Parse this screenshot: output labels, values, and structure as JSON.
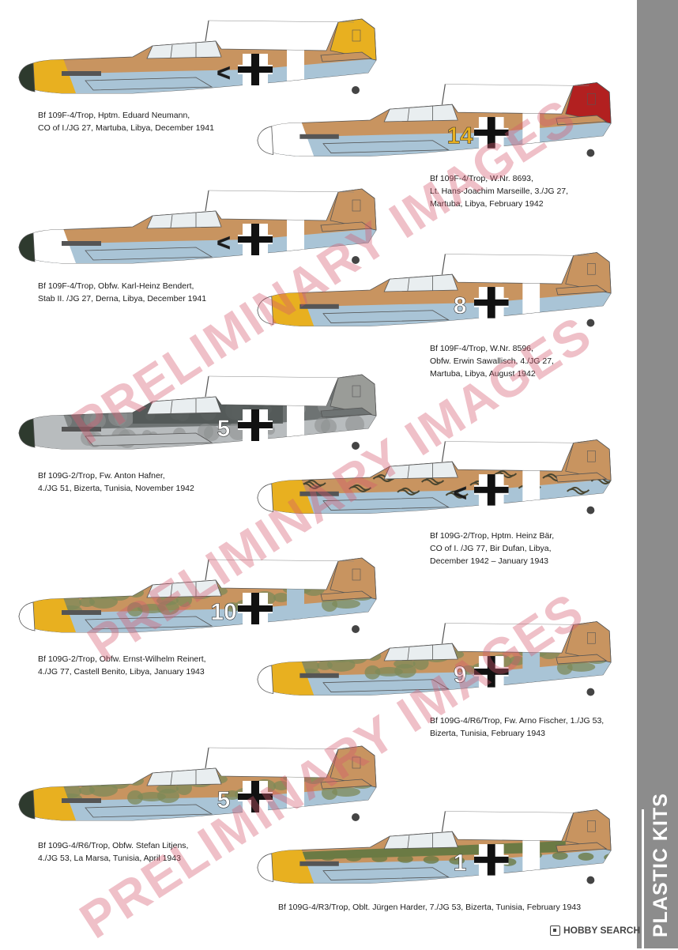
{
  "sidebar": {
    "label": "PLASTIC KITS"
  },
  "watermark": {
    "text": "PRELIMINARY IMAGES"
  },
  "footer": {
    "brand": "HOBBY SEARCH"
  },
  "captions": [
    {
      "lines": [
        "Bf 109F-4/Trop, Hptm. Eduard Neumann,",
        "CO of I./JG 27, Martuba, Libya, December 1941"
      ]
    },
    {
      "lines": [
        "Bf 109F-4/Trop, W.Nr. 8693,",
        "Lt. Hans-Joachim Marseille, 3./JG 27,",
        "Martuba, Libya, February 1942"
      ]
    },
    {
      "lines": [
        "Bf 109F-4/Trop, Obfw. Karl-Heinz Bendert,",
        "Stab II. /JG 27, Derna, Libya, December 1941"
      ]
    },
    {
      "lines": [
        "Bf 109F-4/Trop, W.Nr. 8596,",
        "Obfw. Erwin Sawallisch, 4./JG 27,",
        "Martuba, Libya, August 1942"
      ]
    },
    {
      "lines": [
        "Bf 109G-2/Trop, Fw. Anton Hafner,",
        "4./JG 51, Bizerta, Tunisia, November 1942"
      ]
    },
    {
      "lines": [
        "Bf 109G-2/Trop, Hptm. Heinz Bär,",
        "CO of I. /JG 77, Bir Dufan, Libya,",
        "December 1942 – January 1943"
      ]
    },
    {
      "lines": [
        "Bf 109G-2/Trop, Obfw. Ernst-Wilhelm Reinert,",
        "4./JG 77, Castell Benito, Libya, January 1943"
      ]
    },
    {
      "lines": [
        "Bf 109G-4/R6/Trop, Fw. Arno Fischer, 1./JG 53,",
        "Bizerta, Tunisia, February 1943"
      ]
    },
    {
      "lines": [
        "Bf 109G-4/R6/Trop, Obfw. Stefan Litjens,",
        "4./JG 53, La Marsa, Tunisia, April 1943"
      ]
    },
    {
      "lines": [
        "Bf 109G-4/R3/Trop, Oblt. Jürgen Harder, 7./JG 53, Bizerta, Tunisia, February 1943"
      ]
    }
  ],
  "aircraft": [
    {
      "id": "neumann",
      "upper": "#c89460",
      "lower": "#a9c4d6",
      "nose": "#e8b020",
      "spinner": "#2e3a2e",
      "tail": "#e8b020",
      "marking": "<",
      "marking_color": "#1a1a1a",
      "pattern": "none",
      "band": "#ffffff"
    },
    {
      "id": "marseille",
      "upper": "#c89460",
      "lower": "#a9c4d6",
      "nose": "#ffffff",
      "spinner": "#ffffff",
      "tail": "#b22020",
      "marking": "14",
      "marking_color": "#e8b020",
      "pattern": "none",
      "band": "#ffffff"
    },
    {
      "id": "bendert",
      "upper": "#c89460",
      "lower": "#a9c4d6",
      "nose": "#ffffff",
      "spinner": "#2e3a2e",
      "tail": "#c89460",
      "marking": "<",
      "marking_color": "#1a1a1a",
      "pattern": "none",
      "band": "#ffffff"
    },
    {
      "id": "sawallisch",
      "upper": "#c89460",
      "lower": "#a9c4d6",
      "nose": "#e8b020",
      "spinner": "#ffffff",
      "tail": "#c89460",
      "marking": "8",
      "marking_color": "#ffffff",
      "pattern": "none",
      "band": "#ffffff"
    },
    {
      "id": "hafner",
      "upper": "#6e7373",
      "lower": "#b8bcbe",
      "nose": "#b8bcbe",
      "spinner": "#2e3a2e",
      "tail": "#9a9c98",
      "marking": "5",
      "marking_color": "#ffffff",
      "pattern": "mottle",
      "band": "#ffffff"
    },
    {
      "id": "baer",
      "upper": "#c89460",
      "lower": "#a9c4d6",
      "nose": "#e8b020",
      "spinner": "#ffffff",
      "tail": "#c89460",
      "marking": "<",
      "marking_color": "#1a1a1a",
      "pattern": "squiggle",
      "band": "#ffffff"
    },
    {
      "id": "reinert",
      "upper": "#c89460",
      "lower": "#a9c4d6",
      "nose": "#e8b020",
      "spinner": "#ffffff",
      "tail": "#c89460",
      "marking": "10",
      "marking_color": "#ffffff",
      "pattern": "green",
      "band": "#a9c4d6"
    },
    {
      "id": "fischer",
      "upper": "#c89460",
      "lower": "#a9c4d6",
      "nose": "#e8b020",
      "spinner": "#ffffff",
      "tail": "#c89460",
      "marking": "9",
      "marking_color": "#ffffff",
      "pattern": "green",
      "band": "#a9c4d6"
    },
    {
      "id": "litjens",
      "upper": "#c89460",
      "lower": "#a9c4d6",
      "nose": "#e8b020",
      "spinner": "#2e3a2e",
      "tail": "#c89460",
      "marking": "5",
      "marking_color": "#ffffff",
      "pattern": "green",
      "band": "#ffffff"
    },
    {
      "id": "harder",
      "upper": "#c89460",
      "lower": "#a9c4d6",
      "nose": "#e8b020",
      "spinner": "#ffffff",
      "tail": "#c89460",
      "marking": "1",
      "marking_color": "#ffffff",
      "pattern": "greenTop",
      "band": "#ffffff"
    }
  ]
}
